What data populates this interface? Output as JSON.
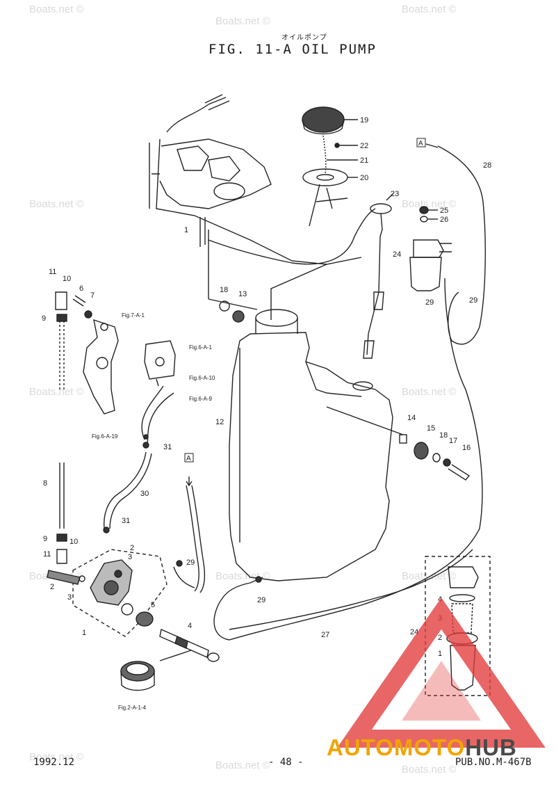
{
  "header": {
    "japanese_title": "オイルポンプ",
    "title": "FIG. 11-A OIL PUMP"
  },
  "watermarks": [
    "Boats.net ©",
    "Boats.net ©",
    "Boats.net ©",
    "Boats.net ©",
    "Boats.net ©",
    "Boats.net ©",
    "Boats.net ©",
    "Boats.net ©",
    "Boats.net ©",
    "Boats.net ©",
    "Boats.net ©",
    "Boats.net ©",
    "Boats.net ©"
  ],
  "callouts": {
    "c1": "1",
    "c2": "2",
    "c3": "3",
    "c4": "4",
    "c5": "5",
    "c6": "6",
    "c7": "7",
    "c8": "8",
    "c9a": "9",
    "c9b": "9",
    "c10a": "10",
    "c10b": "10",
    "c11a": "11",
    "c11b": "11",
    "c12": "12",
    "c13": "13",
    "c14": "14",
    "c15": "15",
    "c16": "16",
    "c17": "17",
    "c18a": "18",
    "c18b": "18",
    "c19": "19",
    "c20": "20",
    "c21": "21",
    "c22": "22",
    "c23": "23",
    "c24a": "24",
    "c24b": "24",
    "c25": "25",
    "c26": "26",
    "c27": "27",
    "c28": "28",
    "c29a": "29",
    "c29b": "29",
    "c29c": "29",
    "c29d": "29",
    "c30": "30",
    "c31a": "31",
    "c31b": "31",
    "c1s": "1",
    "c2s": "2",
    "c2p": "2",
    "c3s": "3",
    "c3p": "3",
    "c4s": "4",
    "c1e": "1"
  },
  "references": {
    "fig7a1": "Fig.7-A-1",
    "fig6a1": "Fig.6-A-1",
    "fig6a10": "Fig.6-A-10",
    "fig6a9": "Fig.6-A-9",
    "fig6a19": "Fig.6-A-19",
    "fig2a14": "Fig.2-A-1-4",
    "markA1": "A",
    "markA2": "A"
  },
  "footer": {
    "date": "1992.12",
    "page": "- 48 -",
    "pub_no": "PUB.NO.M-467B"
  },
  "brand": {
    "part1": "AUTOMOTO",
    "part2": "HUB",
    "color1": "#f0a500",
    "color2": "#4a4a4a",
    "logo_color": "#e23b3b"
  }
}
